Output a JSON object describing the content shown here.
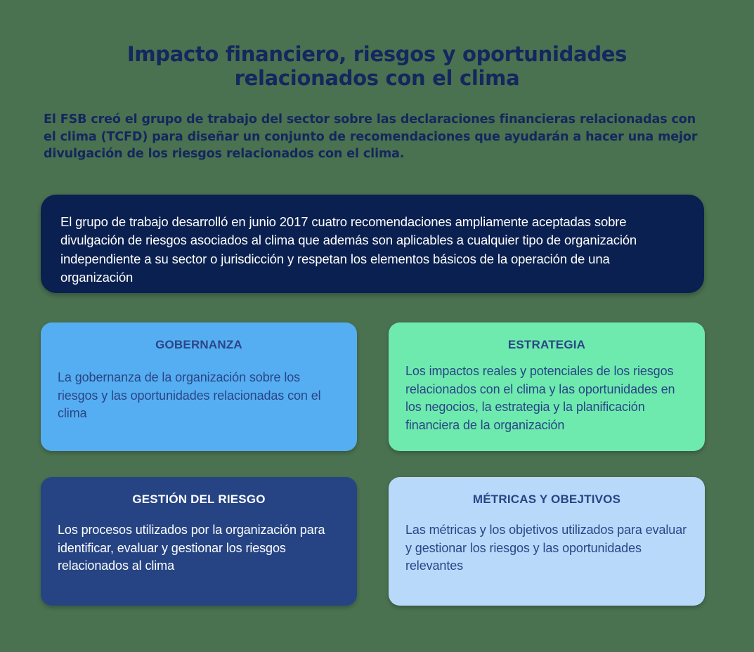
{
  "theme": {
    "background": "#4a7150",
    "title_color": "#14275e",
    "highlight_box_bg": "#0a2050",
    "highlight_box_text": "#ffffff",
    "body_navy": "#2a4585"
  },
  "header": {
    "title_line_1": "Impacto financiero, riesgos y oportunidades",
    "title_line_2": "relacionados con el clima"
  },
  "intro": {
    "text": "El FSB creó el grupo de trabajo del sector sobre las declaraciones financieras relacionadas con el clima (TCFD) para diseñar un conjunto de recomendaciones que ayudarán a hacer una mejor divulgación de los riesgos relacionados con el clima."
  },
  "highlight": {
    "text": "El grupo de trabajo desarrolló en junio 2017 cuatro recomendaciones ampliamente aceptadas sobre divulgación de riesgos asociados al clima que además son aplicables a cualquier tipo de organización independiente a su sector o jurisdicción y respetan los elementos básicos de la operación de una organización"
  },
  "cards": [
    {
      "id": "gobernanza",
      "title": "GOBERNANZA",
      "body": "La gobernanza de la organización sobre los riesgos y las oportunidades relacionadas con el clima",
      "bg_color": "#55aef1",
      "text_color": "#2a4585"
    },
    {
      "id": "estrategia",
      "title": "ESTRATEGIA",
      "body": "Los impactos reales y potenciales de los riesgos relacionados con el clima y las oportunidades en los negocios, la estrategia y la planificación financiera de la organización",
      "bg_color": "#6eeaaf",
      "text_color": "#2a4585"
    },
    {
      "id": "gestion-del-riesgo",
      "title": "GESTIÓN DEL RIESGO",
      "body": "Los procesos utilizados por la organización para identificar, evaluar y gestionar los riesgos relacionados al clima",
      "bg_color": "#264484",
      "text_color": "#ffffff"
    },
    {
      "id": "metricas-y-objetivos",
      "title": "MÉTRICAS Y OBEJTIVOS",
      "body": "Las métricas y los objetivos utilizados para evaluar y gestionar los riesgos y las oportunidades relevantes",
      "bg_color": "#b9d9fb",
      "text_color": "#2a4585"
    }
  ]
}
